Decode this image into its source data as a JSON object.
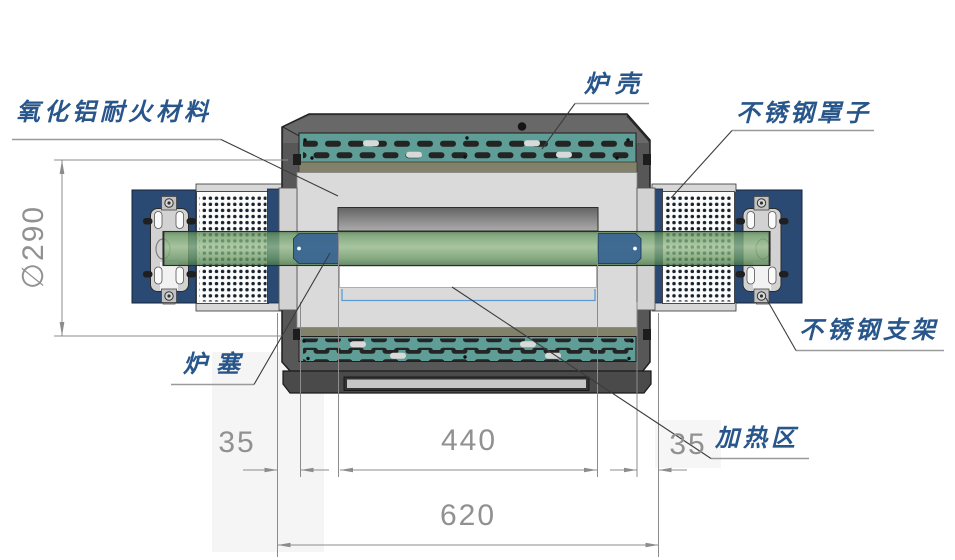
{
  "drawing": {
    "labels": {
      "refractory": "氧化铝耐火材料",
      "shell": "炉壳",
      "steel_cover": "不锈钢罩子",
      "steel_bracket": "不锈钢支架",
      "plug": "炉塞",
      "heating_zone": "加热区"
    },
    "dimensions": {
      "diameter": "∅290",
      "left_offset": "35",
      "heating_length": "440",
      "right_offset": "35",
      "overall_length": "620"
    },
    "colors": {
      "label_navy": "#28568a",
      "dimension_gray": "#8c8c8c",
      "shell_gray": "#575757",
      "vent_teal": "#5f9e97",
      "refractory_gray": "#dadada",
      "tube_green": "#6f9d68",
      "plug_blue": "#3a6590",
      "plate_navy": "#2b4a73",
      "olive_strip": "#82826a",
      "thermo_blue": "#5b9bd5"
    }
  }
}
